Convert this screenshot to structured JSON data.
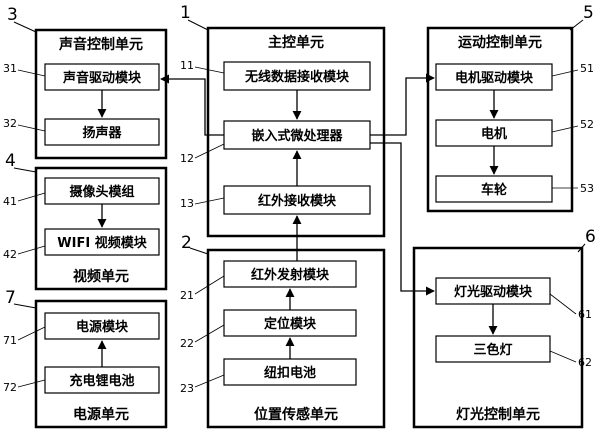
{
  "units": {
    "sound": {
      "number": "3",
      "title": "声音控制单元",
      "modules": [
        {
          "label": "声音驱动模块",
          "ref": "31"
        },
        {
          "label": "扬声器",
          "ref": "32"
        }
      ]
    },
    "main": {
      "number": "1",
      "title": "主控单元",
      "modules": [
        {
          "label": "无线数据接收模块",
          "ref": "11"
        },
        {
          "label": "嵌入式微处理器",
          "ref": "12"
        },
        {
          "label": "红外接收模块",
          "ref": "13"
        }
      ]
    },
    "motion": {
      "number": "5",
      "title": "运动控制单元",
      "modules": [
        {
          "label": "电机驱动模块",
          "ref": "51"
        },
        {
          "label": "电机",
          "ref": "52"
        },
        {
          "label": "车轮",
          "ref": "53"
        }
      ]
    },
    "video": {
      "number": "4",
      "title": "视频单元",
      "modules": [
        {
          "label": "摄像头模组",
          "ref": "41"
        },
        {
          "label": "WIFI 视频模块",
          "ref": "42"
        }
      ]
    },
    "position": {
      "number": "2",
      "title": "位置传感单元",
      "modules": [
        {
          "label": "红外发射模块",
          "ref": "21"
        },
        {
          "label": "定位模块",
          "ref": "22"
        },
        {
          "label": "纽扣电池",
          "ref": "23"
        }
      ]
    },
    "light": {
      "number": "6",
      "title": "灯光控制单元",
      "modules": [
        {
          "label": "灯光驱动模块",
          "ref": "61"
        },
        {
          "label": "三色灯",
          "ref": "62"
        }
      ]
    },
    "power": {
      "number": "7",
      "title": "电源单元",
      "modules": [
        {
          "label": "电源模块",
          "ref": "71"
        },
        {
          "label": "充电锂电池",
          "ref": "72"
        }
      ]
    }
  }
}
